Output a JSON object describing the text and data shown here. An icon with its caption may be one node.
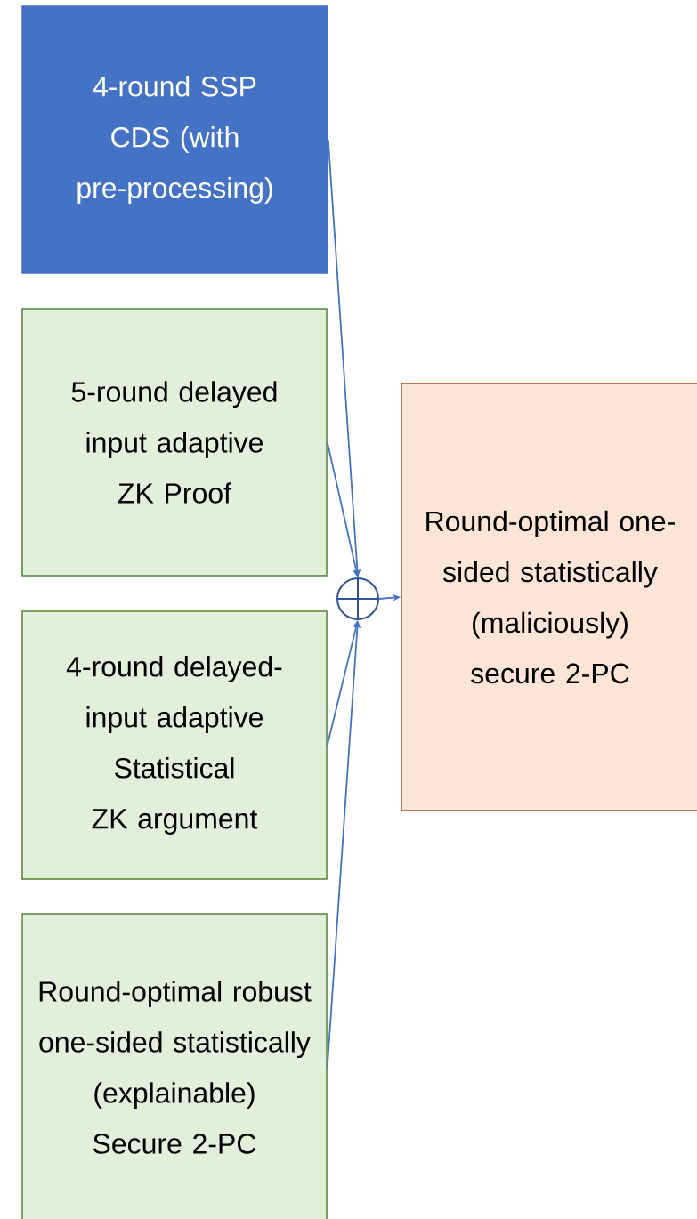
{
  "diagram": {
    "nodes": [
      {
        "text": [
          "4-round SSP CDS (with pre-processing)"
        ]
      },
      {
        "text": [
          "5-round delayed input adaptive ZK Proof"
        ]
      },
      {
        "text": [
          "4-round delayed-input adaptive Statistical ZK argument"
        ]
      },
      {
        "text": [
          "Round-optimal robust one-sided statistically (explainable) Secure 2-PC"
        ]
      },
      {
        "text": [],
        "shape": "circle"
      },
      {
        "text": [
          "Round-optimal one-sided statistically (maliciously) secure 2-PC"
        ]
      }
    ],
    "edges": [
      {
        "from": 0,
        "to": 4,
        "arrow": "to"
      },
      {
        "from": 1,
        "to": 4,
        "arrow": "to"
      },
      {
        "from": 2,
        "to": 4,
        "arrow": "to"
      },
      {
        "from": 3,
        "to": 4,
        "arrow": "to"
      },
      {
        "from": 4,
        "to": 5,
        "arrow": "to"
      }
    ]
  }
}
